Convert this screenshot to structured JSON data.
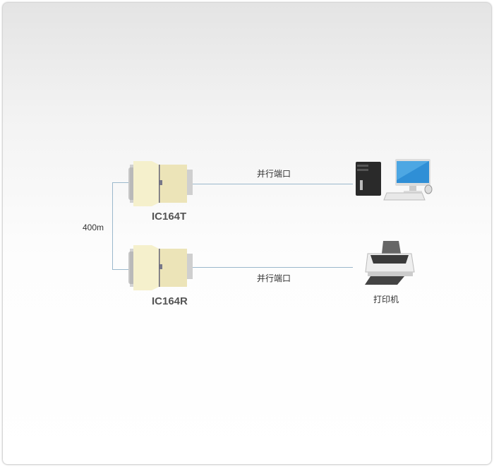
{
  "diagram": {
    "distance_label": "400m",
    "transmitter": {
      "name": "IC164T",
      "port_label": "并行端口"
    },
    "receiver": {
      "name": "IC164R",
      "port_label": "并行端口"
    },
    "computer": {
      "icon": "computer-icon"
    },
    "printer": {
      "icon": "printer-icon",
      "label": "打印机"
    }
  },
  "colors": {
    "line": "#9bb8cc",
    "adapter": "#f2ecc4"
  }
}
